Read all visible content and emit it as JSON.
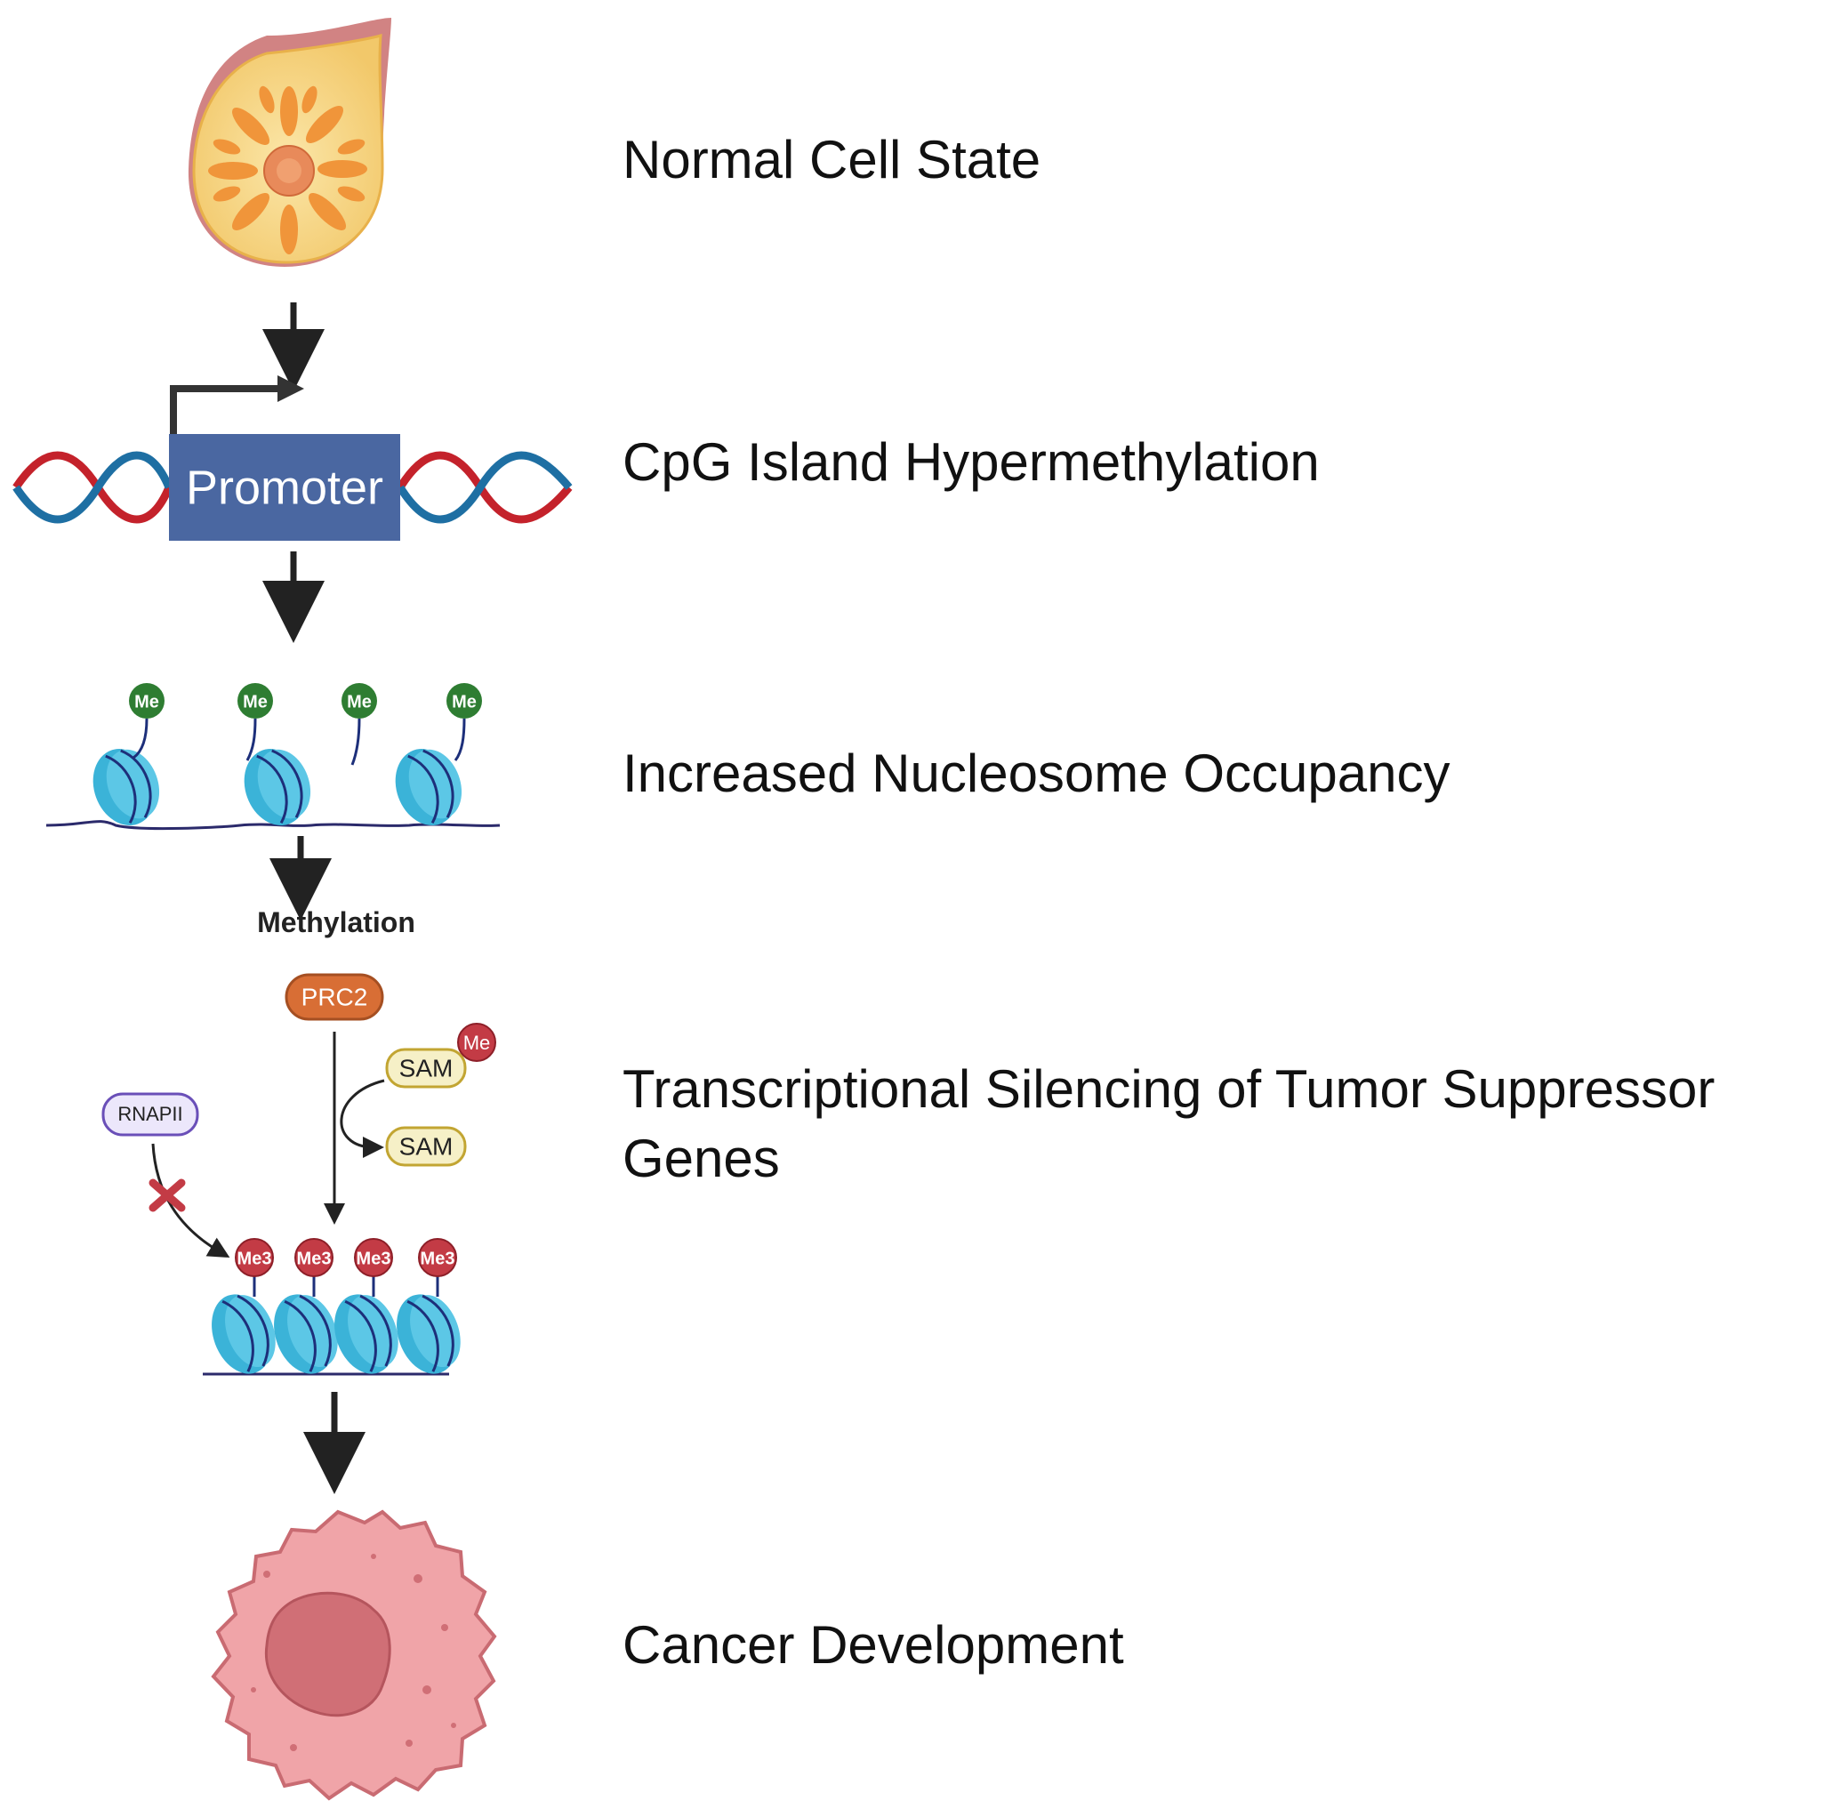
{
  "stages": [
    {
      "label": "Normal Cell State"
    },
    {
      "label": "CpG Island Hypermethylation"
    },
    {
      "label": "Increased Nucleosome Occupancy"
    },
    {
      "label_line1": "Transcriptional Silencing of Tumor Suppressor",
      "label_line2": "Genes"
    },
    {
      "label": "Cancer Development"
    }
  ],
  "promoter": {
    "label": "Promoter"
  },
  "nucleosome_marks": {
    "me": "Me",
    "me3": "Me3"
  },
  "methylation": {
    "label": "Methylation"
  },
  "prc2": {
    "label": "PRC2"
  },
  "sam": {
    "top": "SAM",
    "bottom": "SAM",
    "me": "Me"
  },
  "rnapii": {
    "label": "RNAPII"
  },
  "colors": {
    "arrow": "#222222",
    "promoter_box": "#4a67a1",
    "dna_red": "#c4222b",
    "dna_blue": "#1e6fa3",
    "nucleosome": "#3bb3d8",
    "me_green": "#2e7d32",
    "me3_red": "#c33b45",
    "prc2": "#d86e35",
    "sam_fill": "#f6f0c7",
    "rnapii_fill": "#ece7fb",
    "cancer_cell": "#f0a4a8",
    "cancer_nucleus": "#d06f76",
    "breast_fill": "#f7d77f",
    "breast_lobe": "#f0953a"
  }
}
